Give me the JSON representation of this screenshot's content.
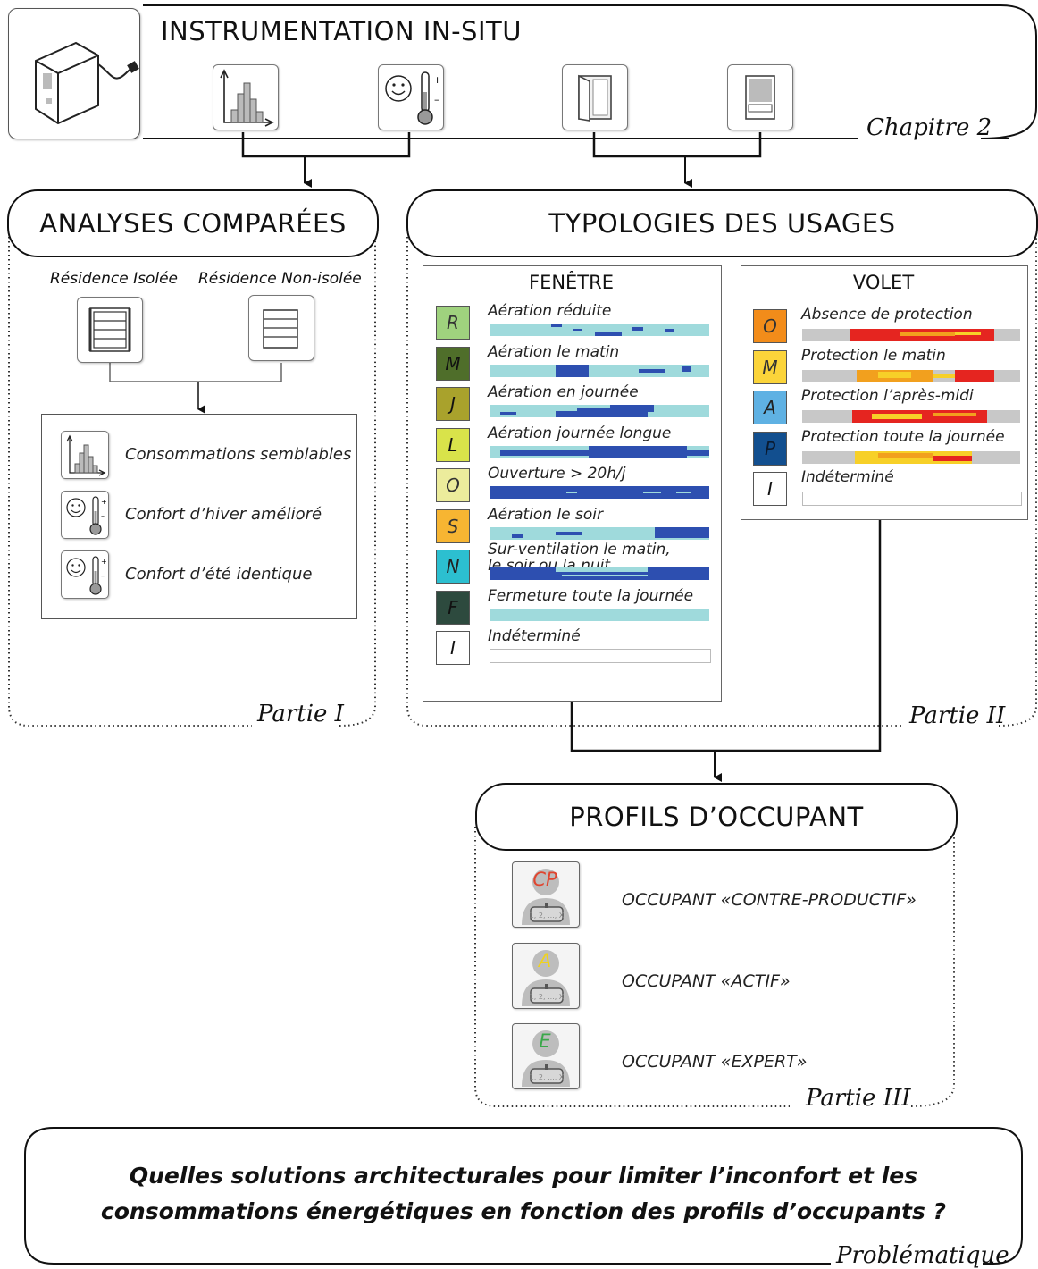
{
  "instrumentation": {
    "title": "INSTRUMENTATION IN-SITU",
    "chapter": "Chapitre 2",
    "icons": [
      "sensor-box-icon",
      "histogram-icon",
      "comfort-thermometer-icon",
      "window-icon",
      "shutter-icon"
    ]
  },
  "analyses": {
    "title": "ANALYSES COMPARÉES",
    "residence_isolee": "Résidence Isolée",
    "residence_non_isolee": "Résidence Non-isolée",
    "results": [
      {
        "icon": "histogram-icon",
        "label": "Consommations semblables"
      },
      {
        "icon": "comfort-thermometer-icon",
        "label": "Confort d’hiver amélioré"
      },
      {
        "icon": "comfort-thermometer-icon",
        "label": "Confort d’été identique"
      }
    ],
    "part": "Partie I"
  },
  "typologies": {
    "title": "TYPOLOGIES DES USAGES",
    "part": "Partie II",
    "fenetre": {
      "title": "FENÊTRE",
      "rows": [
        {
          "code": "R",
          "color": "#9fd27e",
          "text_color": "#333",
          "label": "Aération réduite",
          "pattern": "low"
        },
        {
          "code": "M",
          "color": "#4f6e2a",
          "text_color": "#111",
          "label": "Aération le matin",
          "pattern": "morning"
        },
        {
          "code": "J",
          "color": "#a9a22c",
          "text_color": "#111",
          "label": "Aération en journée",
          "pattern": "day"
        },
        {
          "code": "L",
          "color": "#d9e34a",
          "text_color": "#111",
          "label": "Aération journée longue",
          "pattern": "longday"
        },
        {
          "code": "O",
          "color": "#ecec9c",
          "text_color": "#333",
          "label": "Ouverture > 20h/j",
          "pattern": "open"
        },
        {
          "code": "S",
          "color": "#f7b532",
          "text_color": "#333",
          "label": "Aération le soir",
          "pattern": "evening"
        },
        {
          "code": "N",
          "color": "#2cbfd0",
          "text_color": "#222",
          "label_line1": "Sur-ventilation le matin,",
          "label_line2": "le soir ou la nuit",
          "pattern": "night"
        },
        {
          "code": "F",
          "color": "#2d4a3e",
          "text_color": "#111",
          "label": "Fermeture toute la journée",
          "pattern": "closed"
        },
        {
          "code": "I",
          "color": "#ffffff",
          "text_color": "#111",
          "label": "Indéterminé",
          "pattern": "none"
        }
      ]
    },
    "volet": {
      "title": "VOLET",
      "rows": [
        {
          "code": "O",
          "color": "#f28c1a",
          "text_color": "#333",
          "label": "Absence de protection",
          "pattern": "v_absent"
        },
        {
          "code": "M",
          "color": "#fbd43a",
          "text_color": "#333",
          "label": "Protection le matin",
          "pattern": "v_morning"
        },
        {
          "code": "A",
          "color": "#5fb1e3",
          "text_color": "#222",
          "label": "Protection l’après-midi",
          "pattern": "v_afternoon"
        },
        {
          "code": "P",
          "color": "#124f8f",
          "text_color": "#0a1a30",
          "label": "Protection toute la journée",
          "pattern": "v_allday"
        },
        {
          "code": "I",
          "color": "#ffffff",
          "text_color": "#111",
          "label": "Indéterminé",
          "pattern": "none"
        }
      ]
    }
  },
  "profils": {
    "title": "PROFILS D’OCCUPANT",
    "part": "Partie III",
    "items": [
      {
        "letter": "CP",
        "letter_color": "#e0452f",
        "label": "OCCUPANT «CONTRE-PRODUCTIF»"
      },
      {
        "letter": "A",
        "letter_color": "#f0d21c",
        "label": "OCCUPANT «ACTIF»"
      },
      {
        "letter": "E",
        "letter_color": "#3aa84a",
        "label": "OCCUPANT «EXPERT»"
      }
    ],
    "badge_text": "1, 2, ..., X"
  },
  "problematique": {
    "line1": "Quelles solutions architecturales pour limiter l’inconfort et les",
    "line2": "consommations énergétiques en fonction des profils d’occupants ?",
    "part": "Problématique"
  },
  "colors": {
    "window_light": "#9fdadc",
    "window_dark": "#2d4fb0",
    "shutter_grey": "#c8c8c8",
    "shutter_red": "#e52520",
    "shutter_orange": "#f2a01e",
    "shutter_yellow": "#f7d028"
  }
}
